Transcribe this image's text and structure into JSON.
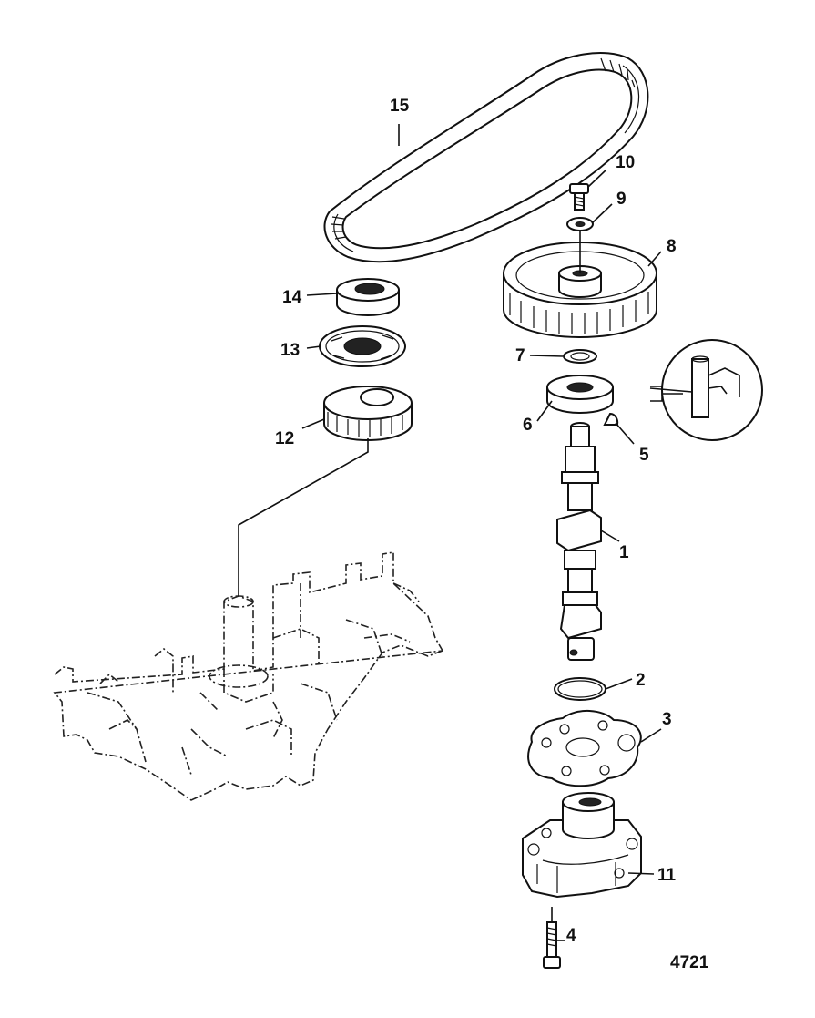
{
  "diagram_number": "4721",
  "parts": [
    {
      "ref": "1",
      "name": "camshaft"
    },
    {
      "ref": "2",
      "name": "o-ring"
    },
    {
      "ref": "3",
      "name": "gasket"
    },
    {
      "ref": "4",
      "name": "screw"
    },
    {
      "ref": "5",
      "name": "key"
    },
    {
      "ref": "6",
      "name": "seal"
    },
    {
      "ref": "7",
      "name": "washer"
    },
    {
      "ref": "8",
      "name": "camshaft-pulley"
    },
    {
      "ref": "9",
      "name": "washer"
    },
    {
      "ref": "10",
      "name": "bolt"
    },
    {
      "ref": "11",
      "name": "oil-pump"
    },
    {
      "ref": "12",
      "name": "crankshaft-pulley"
    },
    {
      "ref": "13",
      "name": "plate"
    },
    {
      "ref": "14",
      "name": "nut"
    },
    {
      "ref": "15",
      "name": "timing-belt"
    }
  ]
}
